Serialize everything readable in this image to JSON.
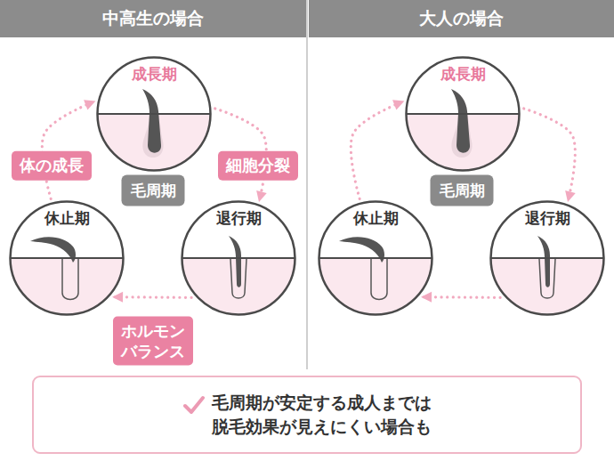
{
  "diagram": {
    "nodes": [
      {
        "text": [
          "中高生の場合"
        ]
      },
      {
        "text": [
          "成長期"
        ],
        "in": 0
      },
      {
        "text": [
          "退行期"
        ],
        "in": 0
      },
      {
        "text": [
          "休止期"
        ],
        "in": 0
      },
      {
        "text": [
          "毛周期"
        ],
        "in": 0
      },
      {
        "text": [
          "大人の場合"
        ]
      },
      {
        "text": [
          "成長期"
        ],
        "in": 5
      },
      {
        "text": [
          "退行期"
        ],
        "in": 5
      },
      {
        "text": [
          "休止期"
        ],
        "in": 5
      },
      {
        "text": [
          "毛周期"
        ],
        "in": 5
      },
      {
        "text": [
          "毛周期が安定する成人までは 脱毛効果が見えにくい場合も"
        ]
      }
    ],
    "edges": [
      {
        "from": 1,
        "to": 2,
        "arrow": "to",
        "label": "細胞分裂"
      },
      {
        "from": 2,
        "to": 3,
        "arrow": "to",
        "label": "ホルモン バランス"
      },
      {
        "from": 3,
        "to": 1,
        "arrow": "to",
        "label": "体の成長"
      },
      {
        "from": 6,
        "to": 7,
        "arrow": "to"
      },
      {
        "from": 7,
        "to": 8,
        "arrow": "to"
      },
      {
        "from": 8,
        "to": 6,
        "arrow": "to"
      }
    ]
  }
}
